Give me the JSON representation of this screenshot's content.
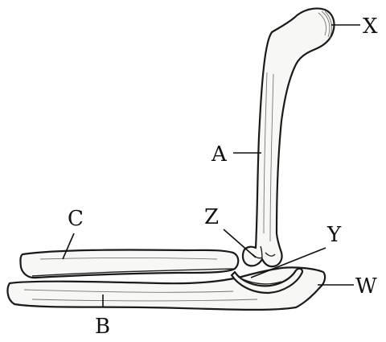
{
  "labels": {
    "X": "X",
    "A": "A",
    "Z": "Z",
    "Y": "Y",
    "C": "C",
    "W": "W",
    "B": "B"
  }
}
